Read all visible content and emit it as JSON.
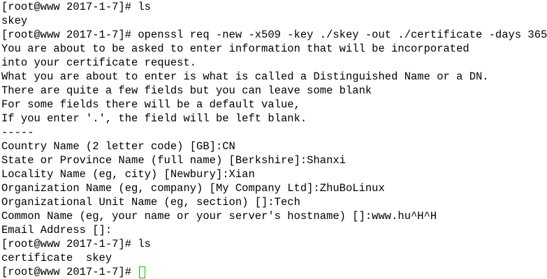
{
  "terminal": {
    "lines": [
      "[root@www 2017-1-7]# ls",
      "skey",
      "[root@www 2017-1-7]# openssl req -new -x509 -key ./skey -out ./certificate -days 365",
      "You are about to be asked to enter information that will be incorporated",
      "into your certificate request.",
      "What you are about to enter is what is called a Distinguished Name or a DN.",
      "There are quite a few fields but you can leave some blank",
      "For some fields there will be a default value,",
      "If you enter '.', the field will be left blank.",
      "-----",
      "Country Name (2 letter code) [GB]:CN",
      "State or Province Name (full name) [Berkshire]:Shanxi",
      "Locality Name (eg, city) [Newbury]:Xian",
      "Organization Name (eg, company) [My Company Ltd]:ZhuBoLinux",
      "Organizational Unit Name (eg, section) []:Tech",
      "Common Name (eg, your name or your server's hostname) []:www.hu^H^H",
      "Email Address []:",
      "[root@www 2017-1-7]# ls",
      "certificate  skey"
    ],
    "prompt": "[root@www 2017-1-7]# ",
    "cursor_color": "#00c000",
    "text_color": "#000000",
    "background_color": "#ffffff"
  }
}
